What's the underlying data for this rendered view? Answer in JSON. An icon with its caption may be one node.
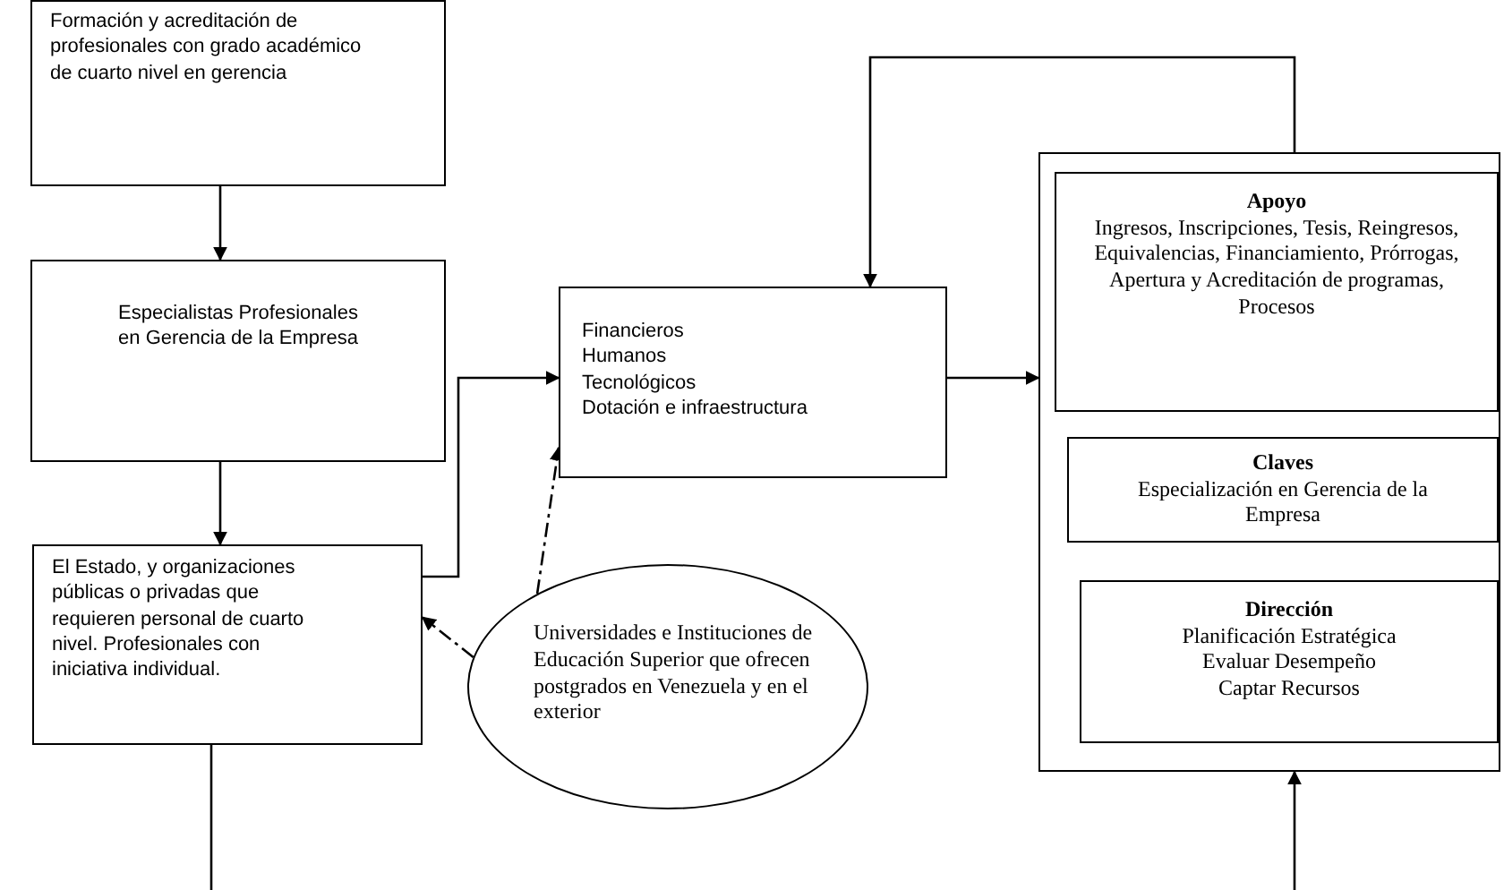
{
  "diagram": {
    "nodes": [
      {
        "text": [
          "Formación y acreditación de profesionales con grado académico de cuarto nivel en gerencia"
        ]
      },
      {
        "text": [
          "Especialistas Profesionales en Gerencia de la Empresa"
        ]
      },
      {
        "text": [
          "El Estado, y organizaciones públicas o privadas que requieren personal de cuarto nivel. Profesionales con iniciativa individual."
        ]
      },
      {
        "text": [
          "Financieros",
          "Humanos",
          "Tecnológicos",
          "Dotación e infraestructura"
        ]
      },
      {
        "text": [
          "Universidades e Instituciones de Educación Superior que ofrecen postgrados en Venezuela y en el exterior"
        ]
      },
      {
        "text": [],
        "shape": "box"
      },
      {
        "text": [
          "Apoyo",
          "Ingresos, Inscripciones, Tesis, Reingresos, Equivalencias, Financiamiento, Prórrogas, Apertura y Acreditación de programas, Procesos"
        ],
        "in": 5
      },
      {
        "text": [
          "Claves",
          "Especialización en Gerencia de la Empresa"
        ],
        "in": 5
      },
      {
        "text": [
          "Dirección",
          "Planificación Estratégica",
          "Evaluar Desempeño",
          "Captar Recursos"
        ],
        "in": 5
      }
    ],
    "edges": [
      {
        "from": 0,
        "to": 1,
        "arrow": "to"
      },
      {
        "from": 1,
        "to": 2,
        "arrow": "to"
      },
      {
        "from": 2,
        "to": 3,
        "arrow": "to"
      },
      {
        "from": 3,
        "to": 5,
        "arrow": "to"
      },
      {
        "from": 5,
        "to": 3,
        "arrow": "to"
      },
      {
        "from": 4,
        "to": 3,
        "arrow": "to",
        "style": "dashed"
      },
      {
        "from": 4,
        "to": 2,
        "arrow": "to",
        "style": "dashed"
      },
      {
        "from": 2,
        "to": null,
        "arrow": "none"
      },
      {
        "from": null,
        "to": 5,
        "arrow": "to"
      }
    ]
  }
}
